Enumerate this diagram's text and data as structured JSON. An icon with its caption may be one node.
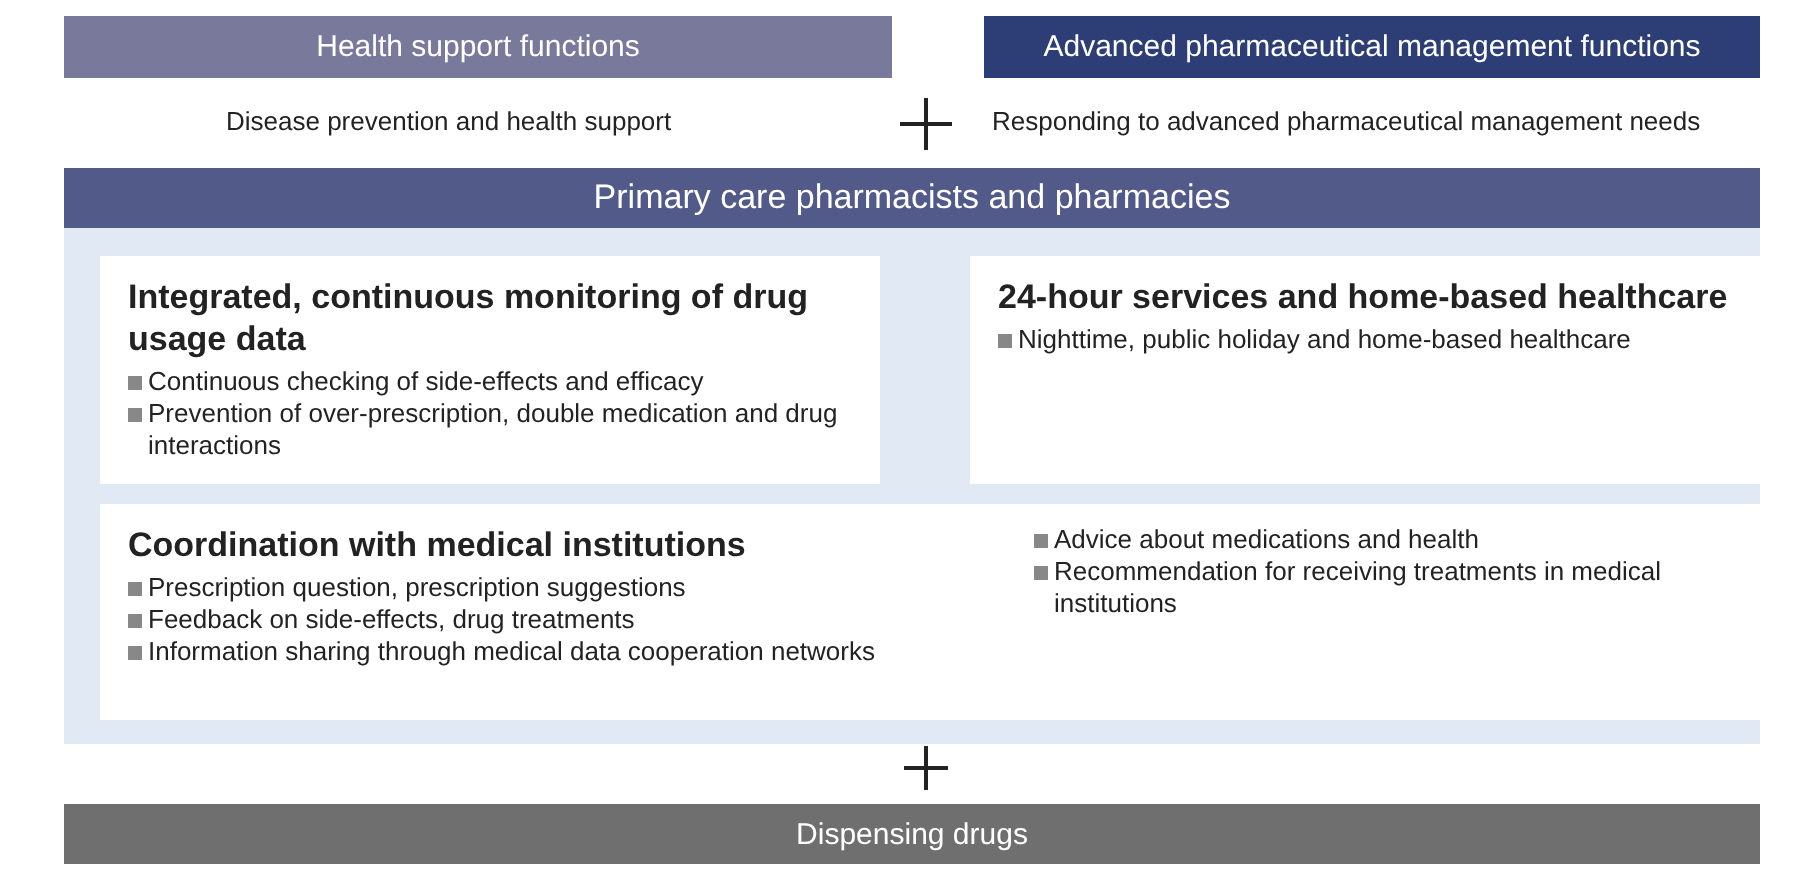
{
  "diagram": {
    "nodes": [
      {
        "text": [
          "Health support functions"
        ],
        "beside": [
          "Disease prevention and health support"
        ]
      },
      {
        "text": [
          "Advanced pharmaceutical management functions"
        ],
        "beside": [
          "Responding to advanced pharmaceutical management needs"
        ]
      },
      {
        "text": [
          "Primary care pharmacists and pharmacies"
        ]
      },
      {
        "text": [
          "Integrated, continuous monitoring of drug usage data",
          "Continuous checking of side-effects and efficacy",
          "Prevention of over-prescription, double medication and drug interactions"
        ],
        "in": 2
      },
      {
        "text": [
          "24-hour services and home-based healthcare",
          "Nighttime, public holiday and home-based healthcare"
        ],
        "in": 2
      },
      {
        "text": [
          "Coordination with medical institutions",
          "Prescription question, prescription suggestions",
          "Feedback on side-effects, drug treatments",
          "Information sharing through medical data cooperation networks",
          "Advice about medications and health",
          "Recommendation for receiving treatments in medical institutions"
        ],
        "in": 2
      },
      {
        "text": [
          "Dispensing drugs"
        ]
      }
    ],
    "edges": []
  }
}
